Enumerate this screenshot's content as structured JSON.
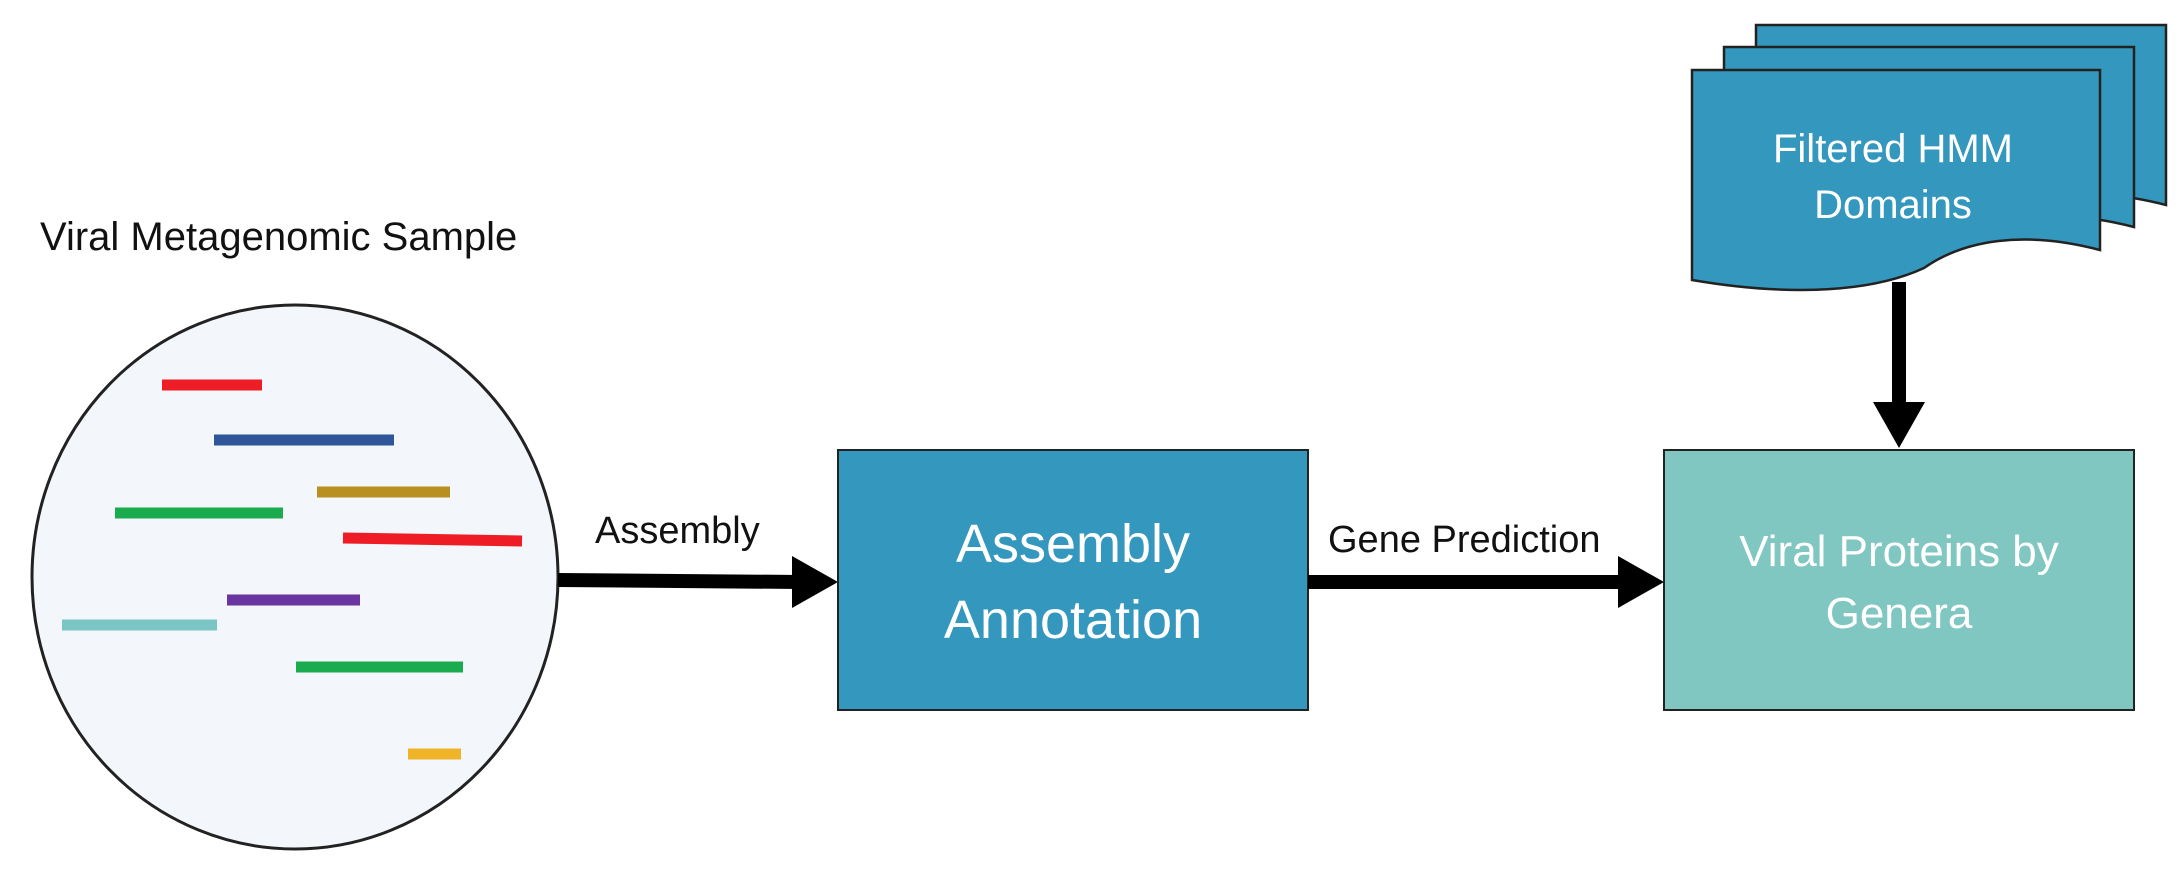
{
  "sample": {
    "title": "Viral Metagenomic Sample",
    "reads": [
      {
        "color": "#ee1c24"
      },
      {
        "color": "#2e5597"
      },
      {
        "color": "#b8901f"
      },
      {
        "color": "#1aab4f"
      },
      {
        "color": "#ee1c24"
      },
      {
        "color": "#6a35a0"
      },
      {
        "color": "#7cc5c5"
      },
      {
        "color": "#1aab4f"
      },
      {
        "color": "#f0b428"
      }
    ]
  },
  "edges": {
    "assembly_label": "Assembly",
    "gene_prediction_label": "Gene Prediction"
  },
  "nodes": {
    "assembly_annotation": {
      "line1": "Assembly",
      "line2": "Annotation"
    },
    "viral_proteins": {
      "line1": "Viral Proteins by",
      "line2": "Genera"
    },
    "hmm_domains": {
      "line1": "Filtered HMM",
      "line2": "Domains"
    }
  },
  "colors": {
    "primary_box": "#3497bd",
    "secondary_box": "#80c6c1",
    "circle_fill": "#f3f6fa",
    "arrow": "#000000"
  }
}
